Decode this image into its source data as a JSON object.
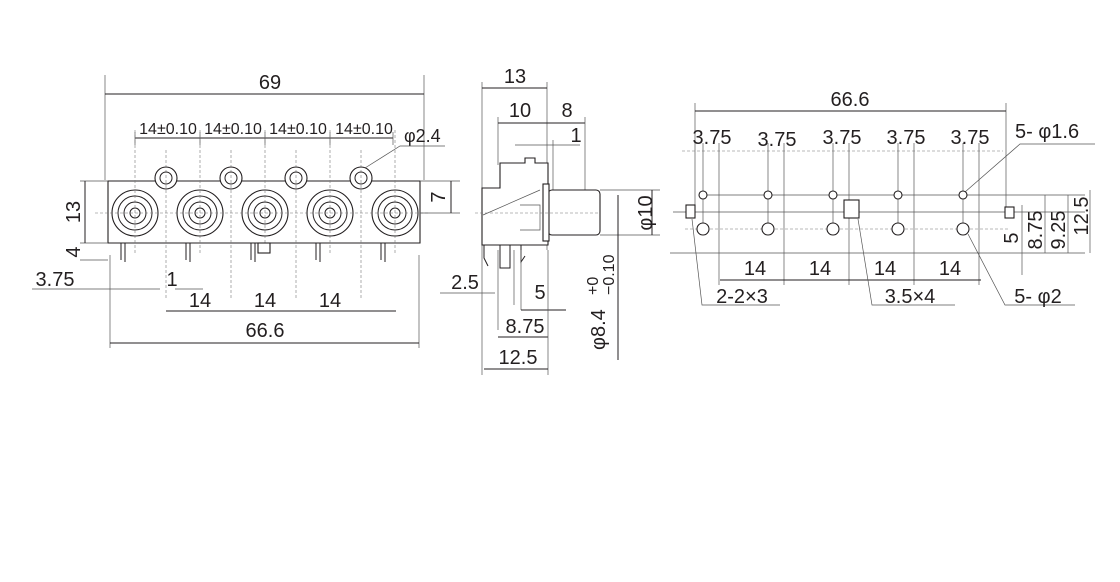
{
  "front_view": {
    "overall_width": "69",
    "pitch_tolerances": [
      "14±0.10",
      "14±0.10",
      "14±0.10",
      "14±0.10"
    ],
    "led_hole_dia": "φ2.4",
    "height": "13",
    "pin_length": "4",
    "center_height": "7",
    "pin_offset": "3.75",
    "pin_width": "1",
    "pin_pitches": [
      "14",
      "14",
      "14"
    ],
    "pin_span": "66.6"
  },
  "side_view": {
    "depth": "13",
    "body_depth": "10",
    "jack_length": "8",
    "flange": "1",
    "jack_dia": "φ10",
    "inner_dia": "φ8.4",
    "inner_tol_upper": "+0",
    "inner_tol_lower": "−0.10",
    "pin_2_5": "2.5",
    "pin_5": "5",
    "pin_8_75": "8.75",
    "pin_12_5": "12.5"
  },
  "pcb_layout": {
    "overall_width": "66.6",
    "offsets": [
      "3.75",
      "3.75",
      "3.75",
      "3.75",
      "3.75"
    ],
    "small_holes": "5- φ1.6",
    "pitches": [
      "14",
      "14",
      "14",
      "14"
    ],
    "slot_small": "2-2×3",
    "slot_big": "3.5×4",
    "large_holes": "5- φ2",
    "v_dims": [
      "5",
      "8.75",
      "9.25",
      "12.5"
    ]
  }
}
